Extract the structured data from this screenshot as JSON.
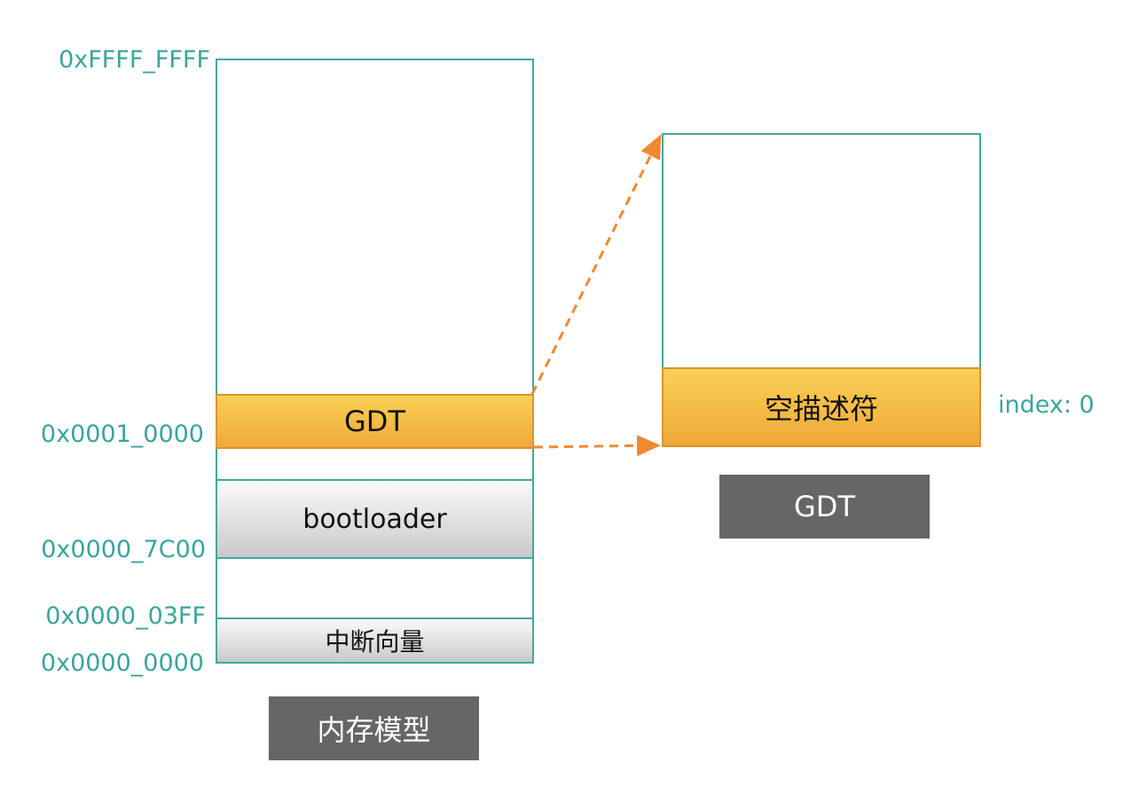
{
  "memory_model": {
    "caption": "内存模型",
    "addresses": {
      "top": "0xFFFF_FFFF",
      "gdt_base": "0x0001_0000",
      "bootloader": "0x0000_7C00",
      "ivt_top": "0x0000_03FF",
      "bottom": "0x0000_0000"
    },
    "segments": {
      "gdt": "GDT",
      "bootloader": "bootloader",
      "ivt": "中断向量"
    }
  },
  "gdt_table": {
    "caption": "GDT",
    "entry_label": "空描述符",
    "index_label": "index: 0"
  },
  "colors": {
    "teal": "#3aa59b",
    "orange": "#f08a30",
    "caption_bg": "#666666"
  }
}
